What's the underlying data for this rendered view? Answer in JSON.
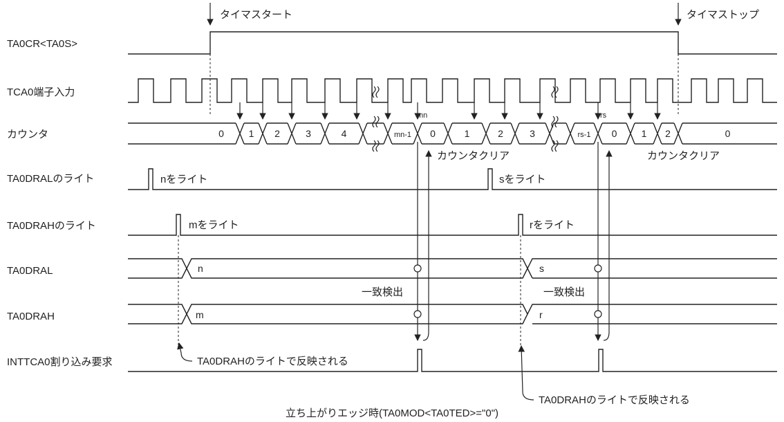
{
  "signals": {
    "ta0cr": "TA0CR<TA0S>",
    "tca0": "TCA0端子入力",
    "counter": "カウンタ",
    "dral_write": "TA0DRALのライト",
    "drah_write": "TA0DRAHのライト",
    "dral": "TA0DRAL",
    "drah": "TA0DRAH",
    "intt": "INTTCA0割り込み要求"
  },
  "annotations": {
    "timer_start": "タイマスタート",
    "timer_stop": "タイマストップ",
    "count_clear": "カウンタクリア",
    "write_n": "nをライト",
    "write_s": "sをライト",
    "write_m": "mをライト",
    "write_r": "rをライト",
    "match_detect": "一致検出",
    "reflect_note": "TA0DRAHのライトで反映される",
    "mn": "mn",
    "rs": "rs"
  },
  "counter_values": [
    "0",
    "1",
    "2",
    "3",
    "4",
    "mn-1",
    "0",
    "1",
    "2",
    "3",
    "rs-1",
    "0",
    "1",
    "2",
    "0"
  ],
  "register_values": {
    "dral": [
      "n",
      "s"
    ],
    "drah": [
      "m",
      "r"
    ]
  },
  "caption": "立ち上がりエッジ時(TA0MOD<TA0TED>=\"0\")"
}
